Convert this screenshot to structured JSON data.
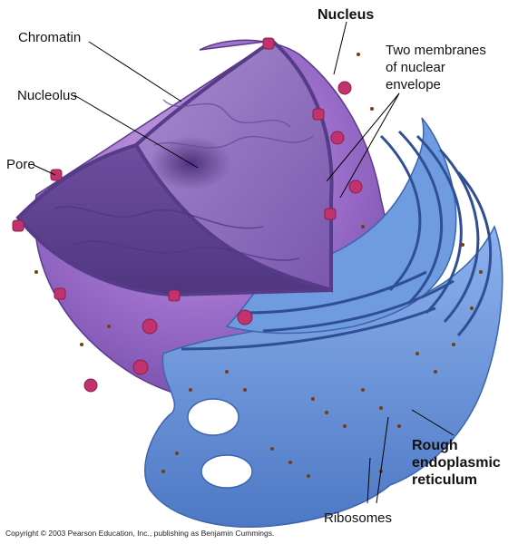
{
  "labels": {
    "nucleus": "Nucleus",
    "chromatin": "Chromatin",
    "nucleolus": "Nucleolus",
    "pore": "Pore",
    "envelope_line1": "Two membranes",
    "envelope_line2": "of nuclear",
    "envelope_line3": "envelope",
    "rer_line1": "Rough",
    "rer_line2": "endoplasmic",
    "rer_line3": "reticulum",
    "ribosomes": "Ribosomes"
  },
  "copyright": "Copyright © 2003 Pearson Education, Inc., publishing as Benjamin Cummings.",
  "colors": {
    "nucleus_outer": "#9a6cc9",
    "nucleus_cut": "#8b66b8",
    "pore": "#c2336e",
    "er": "#5f8fd6",
    "er_dark": "#3d64ad",
    "ribosome": "#7a3b12"
  }
}
